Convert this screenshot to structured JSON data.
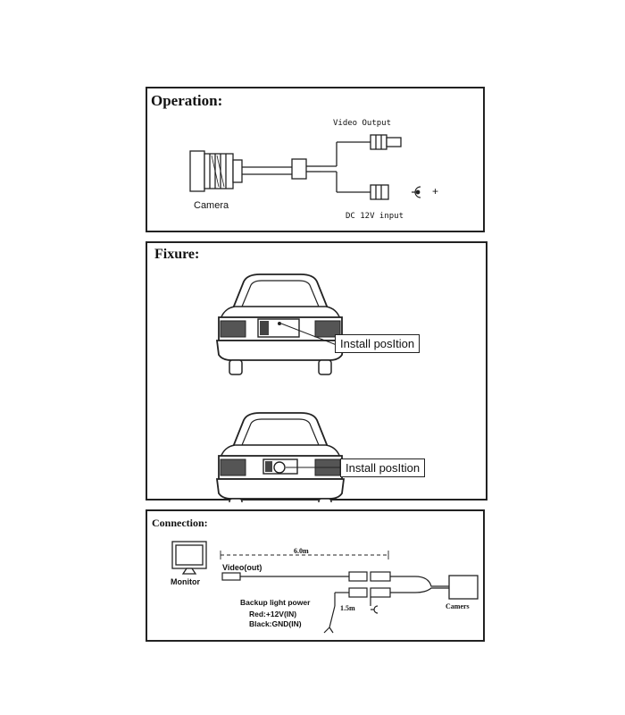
{
  "operation": {
    "title": "Operation:",
    "camera_label": "Camera",
    "video_output_label": "Video Output",
    "dc_input_label": "DC 12V input",
    "plus_symbol": "+"
  },
  "fixture": {
    "title": "Fixure:",
    "install_label_1": "Install posItion",
    "install_label_2": "Install posItion"
  },
  "connection": {
    "title": "Connection:",
    "monitor_label": "Monitor",
    "distance_label": "6.0m",
    "video_label": "Video(out)",
    "backup_power_label": "Backup light power",
    "red_label": "Red:+12V(IN)",
    "black_label": "Black:GND(IN)",
    "short_distance_label": "1.5m",
    "camera_label": "Camers"
  }
}
